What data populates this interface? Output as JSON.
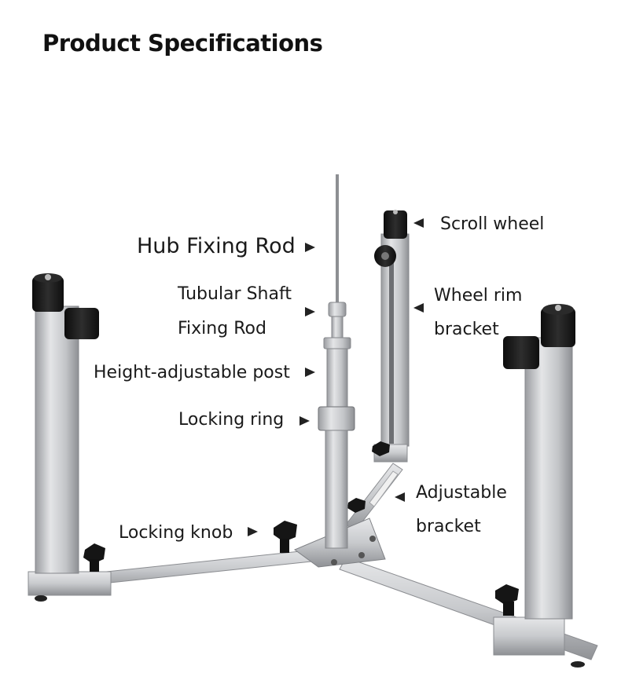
{
  "title": "Product Specifications",
  "labels": {
    "hub_fixing_rod": "Hub Fixing Rod",
    "tubular_shaft_line1": "Tubular Shaft",
    "tubular_shaft_line2": "Fixing Rod",
    "height_adjustable_post": "Height-adjustable post",
    "locking_ring": "Locking ring",
    "locking_knob": "Locking knob",
    "scroll_wheel": "Scroll wheel",
    "wheel_rim_line1": "Wheel rim",
    "wheel_rim_line2": "bracket",
    "adjustable_line1": "Adjustable",
    "adjustable_line2": "bracket"
  },
  "colors": {
    "metal_light": "#d9dadc",
    "metal_mid": "#b4b6b9",
    "metal_dark": "#8b8d91",
    "knob": "#1c1c1c",
    "arrow": "#222222"
  }
}
